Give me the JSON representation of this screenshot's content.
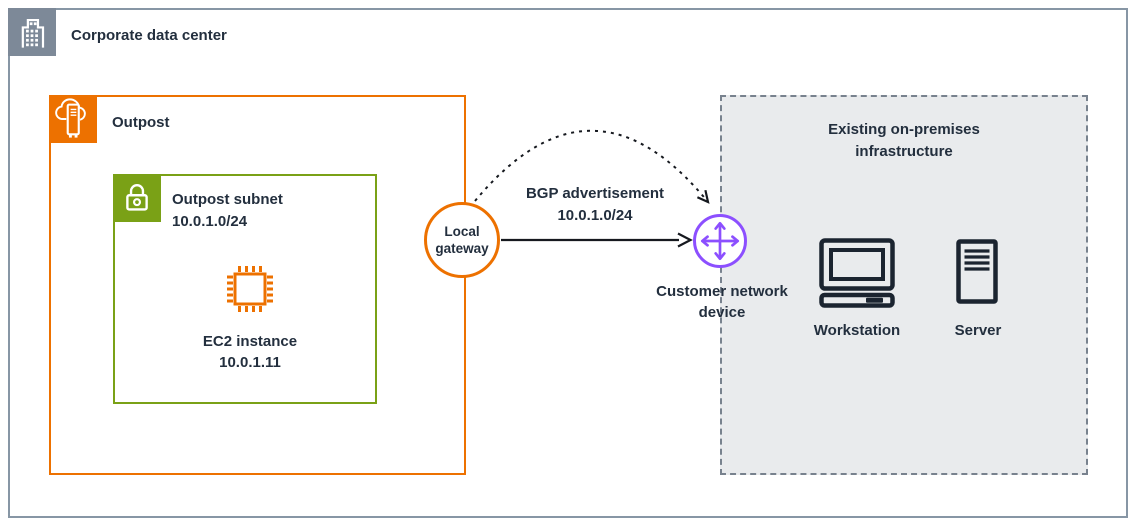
{
  "groups": {
    "corporate_dc": {
      "label": "Corporate data center",
      "icon": "building-icon"
    },
    "outpost": {
      "label": "Outpost",
      "icon": "outpost-rack-icon"
    },
    "outpost_subnet": {
      "line1": "Outpost subnet",
      "line2": "10.0.1.0/24",
      "icon": "lock-icon"
    },
    "on_premises": {
      "line1": "Existing on-premises",
      "line2": "infrastructure"
    }
  },
  "nodes": {
    "ec2_instance": {
      "line1": "EC2 instance",
      "line2": "10.0.1.11",
      "icon": "chip-icon"
    },
    "local_gateway": {
      "line1": "Local",
      "line2": "gateway"
    },
    "customer_network_device": {
      "line1": "Customer network",
      "line2": "device",
      "icon": "router-cross-icon"
    },
    "workstation": {
      "label": "Workstation",
      "icon": "workstation-icon"
    },
    "server": {
      "label": "Server",
      "icon": "server-icon"
    }
  },
  "connections": {
    "bgp_advertisement": {
      "line1": "BGP advertisement",
      "line2": "10.0.1.0/24"
    }
  },
  "colors": {
    "outpost_orange": "#ED7100",
    "subnet_green": "#7AA116",
    "device_purple": "#8C4FFF",
    "dc_gray_icon": "#7D8998",
    "outer_border_gray": "#8796A5",
    "onprem_fill": "#E9EBED",
    "onprem_border": "#78828E",
    "text_navy": "#232F3E",
    "arrow_black": "#16191F"
  }
}
